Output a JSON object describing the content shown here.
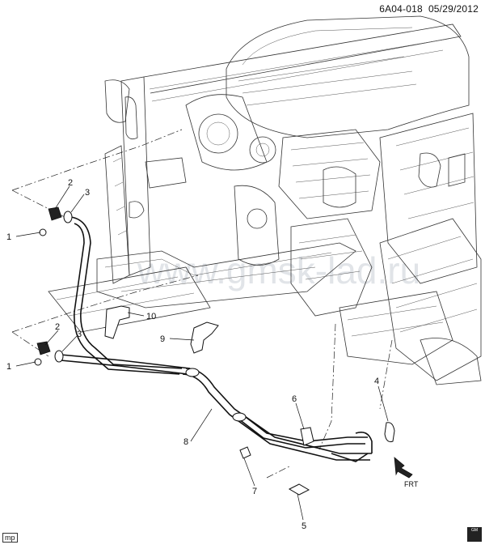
{
  "header": {
    "code": "6A04-018",
    "date": "05/29/2012"
  },
  "watermark": "www.gmsk-lad.ru",
  "callouts": [
    "1",
    "2",
    "3",
    "2",
    "3",
    "1",
    "10",
    "9",
    "8",
    "6",
    "7",
    "4",
    "5"
  ],
  "front_label": "FRT",
  "corner_label": "mp",
  "badge_text": "GM"
}
